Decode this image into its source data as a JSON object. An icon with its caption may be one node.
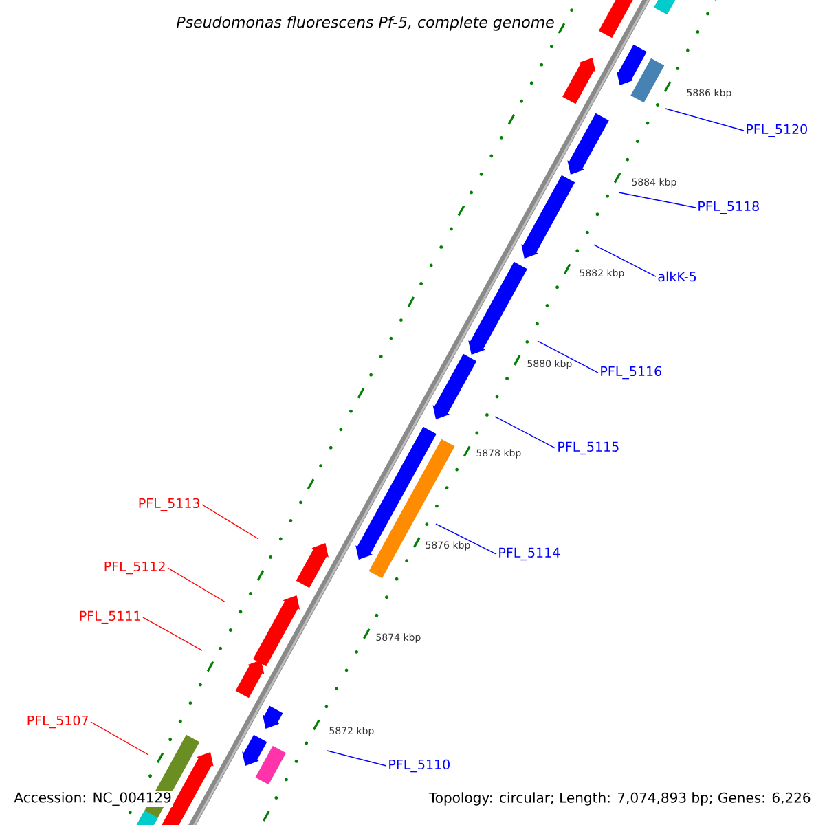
{
  "diagram": {
    "title": "Pseudomonas fluorescens Pf-5, complete genome",
    "nodes": [
      {
        "text": [
          "PFL_5120"
        ]
      },
      {
        "text": [
          "PFL_5118"
        ]
      },
      {
        "text": [
          "alkK-5"
        ]
      },
      {
        "text": [
          "PFL_5116"
        ]
      },
      {
        "text": [
          "PFL_5115"
        ]
      },
      {
        "text": [
          "PFL_5114"
        ]
      },
      {
        "text": [
          "PFL_5110"
        ]
      },
      {
        "text": [
          "PFL_5113"
        ]
      },
      {
        "text": [
          "PFL_5112"
        ]
      },
      {
        "text": [
          "PFL_5111"
        ]
      },
      {
        "text": [
          "PFL_5107"
        ]
      }
    ],
    "edges": [
      {
        "from": 0,
        "to": null,
        "arrow": "none"
      },
      {
        "from": 1,
        "to": null,
        "arrow": "none"
      },
      {
        "from": 2,
        "to": null,
        "arrow": "none"
      },
      {
        "from": 3,
        "to": null,
        "arrow": "none"
      },
      {
        "from": 4,
        "to": null,
        "arrow": "none"
      },
      {
        "from": 5,
        "to": null,
        "arrow": "none"
      },
      {
        "from": 6,
        "to": null,
        "arrow": "none"
      },
      {
        "from": 7,
        "to": null,
        "arrow": "none",
        "color": "#ff0000"
      },
      {
        "from": 8,
        "to": null,
        "arrow": "none",
        "color": "#ff0000"
      },
      {
        "from": 9,
        "to": null,
        "arrow": "none",
        "color": "#ff0000"
      },
      {
        "from": 10,
        "to": null,
        "arrow": "none",
        "color": "#ff0000"
      }
    ],
    "labels": [
      "5886 kbp",
      "5884 kbp",
      "5882 kbp",
      "5880 kbp",
      "5878 kbp",
      "5876 kbp",
      "5874 kbp",
      "5872 kbp",
      "Accession: NC_004129",
      "Topology: circular; Length: 7,074,893 bp; Genes: 6,226"
    ]
  }
}
